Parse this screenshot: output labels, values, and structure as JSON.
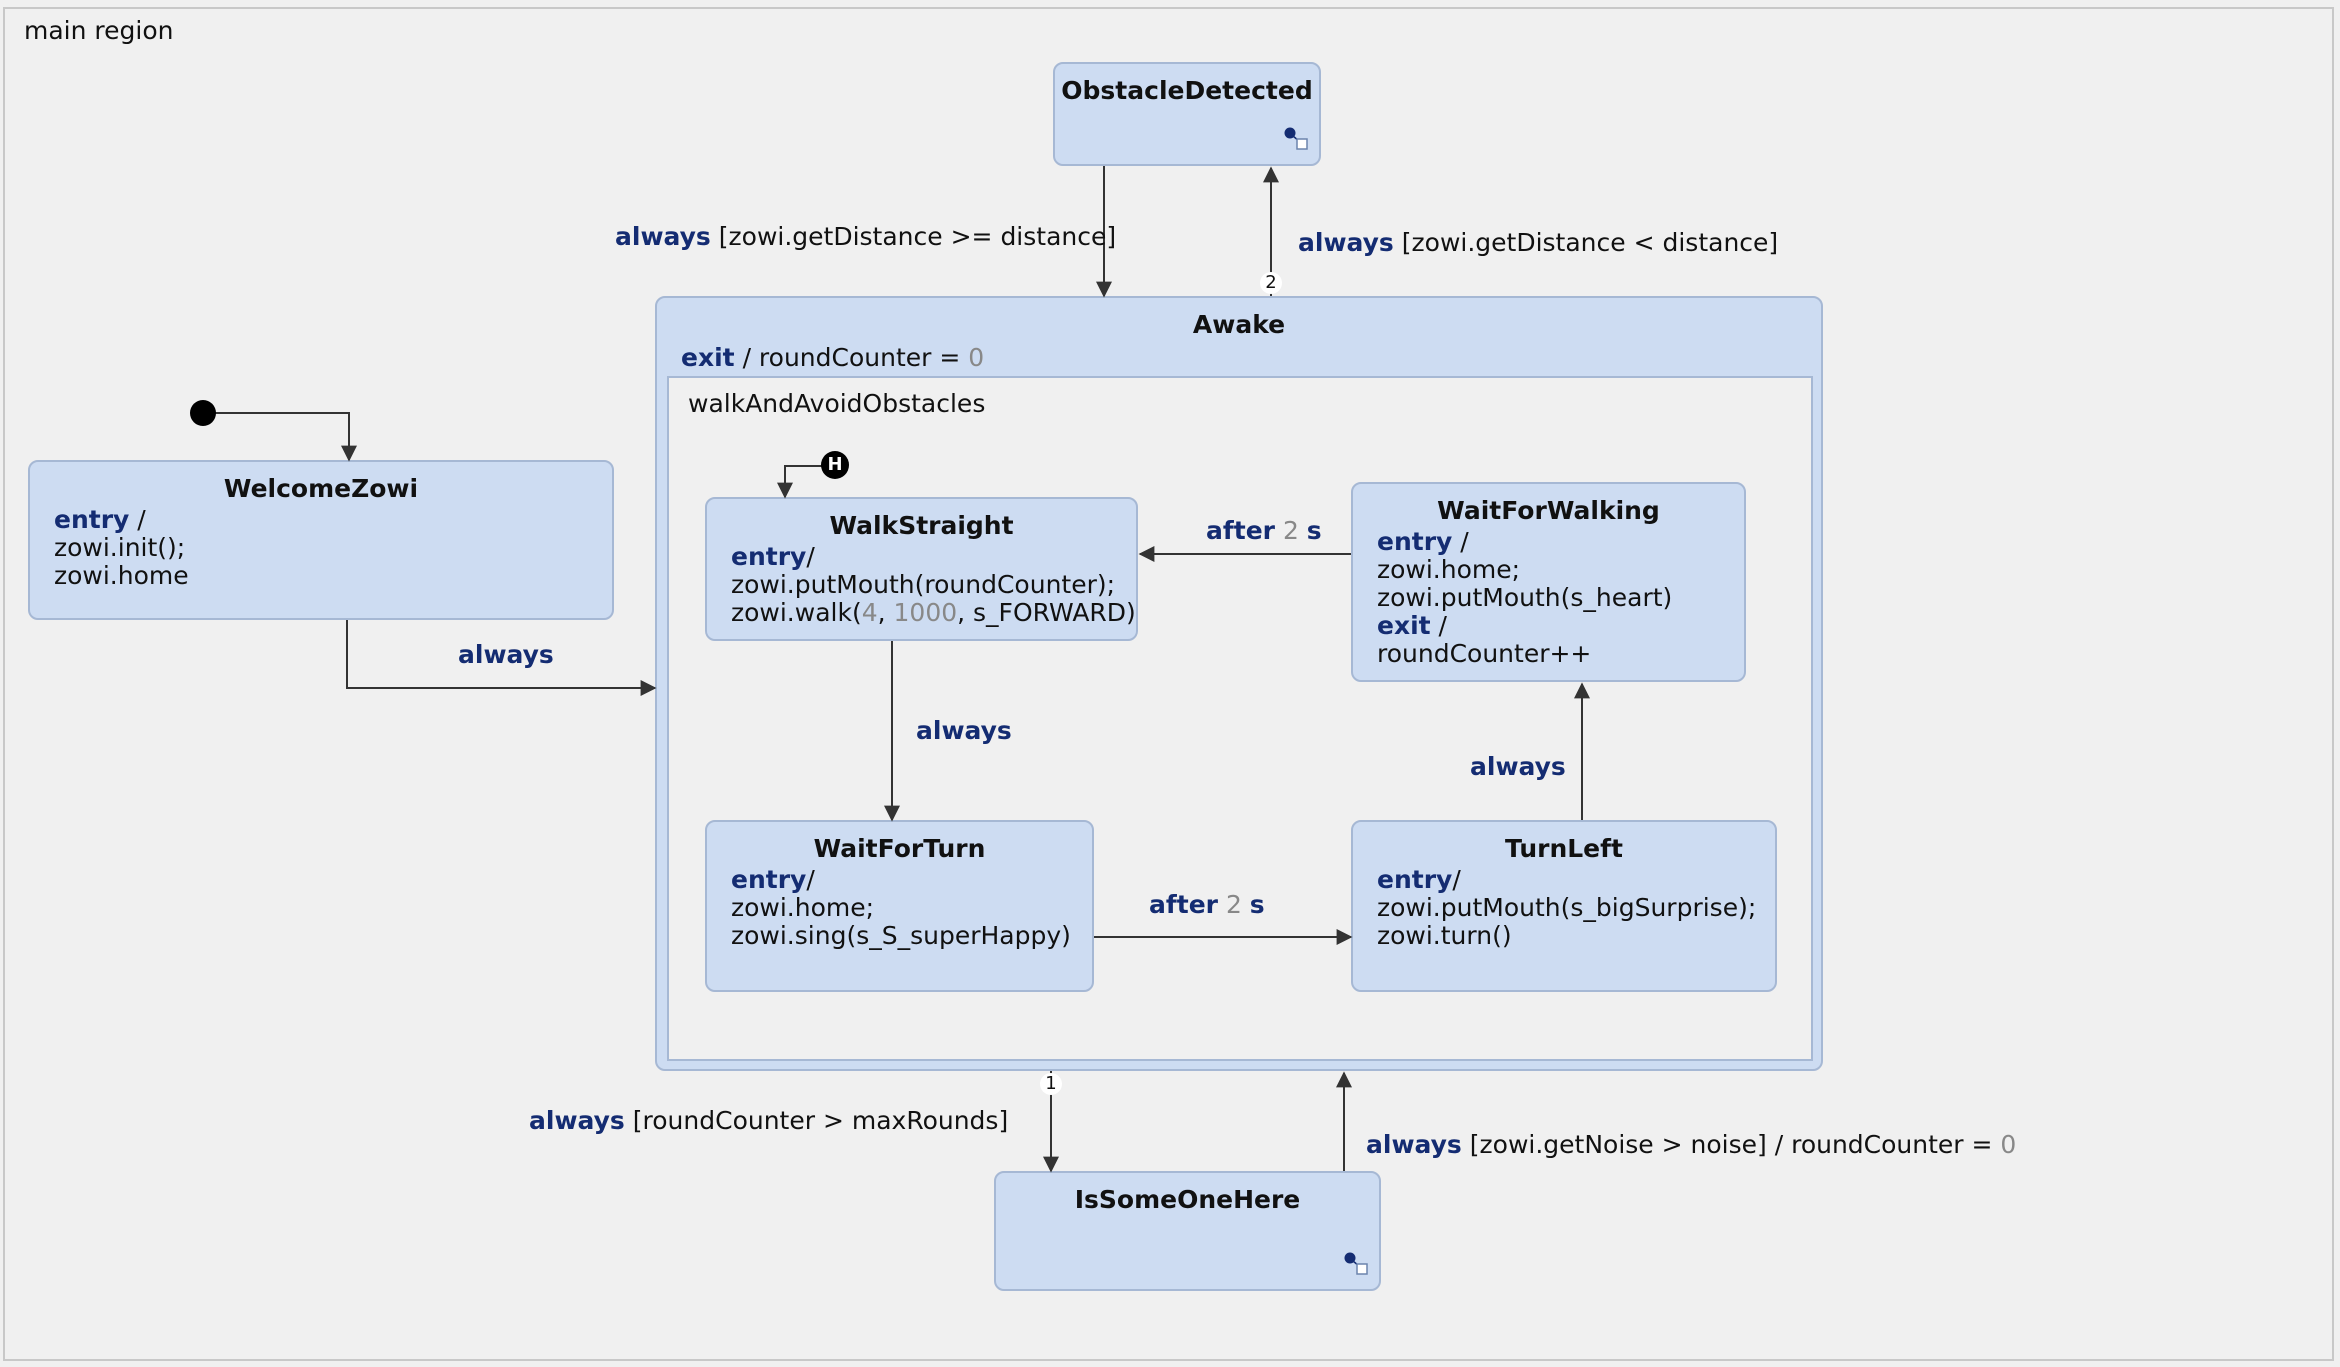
{
  "regions": {
    "main": "main region",
    "inner": "walkAndAvoidObstacles"
  },
  "keywords": {
    "entry": "entry",
    "exit": "exit",
    "always": "always",
    "after": "after"
  },
  "states": {
    "obstacle_detected": {
      "title": "ObstacleDetected"
    },
    "awake": {
      "title": "Awake",
      "exit_action": "/ roundCounter = ",
      "exit_value": "0"
    },
    "welcome_zowi": {
      "title": "WelcomeZowi",
      "entry_sep": " /",
      "lines": [
        "zowi.init();",
        "zowi.home"
      ]
    },
    "walk_straight": {
      "title": "WalkStraight",
      "entry_sep": "/",
      "line1": "zowi.putMouth(roundCounter);",
      "walk_prefix": "zowi.walk(",
      "walk_n1": "4",
      "walk_sep1": ", ",
      "walk_n2": "1000",
      "walk_suffix": ", s_FORWARD)"
    },
    "wait_for_walking": {
      "title": "WaitForWalking",
      "entry_sep": " /",
      "lines": [
        "zowi.home;",
        "zowi.putMouth(s_heart)"
      ],
      "exit_sep": " /",
      "exit_line": "roundCounter++"
    },
    "wait_for_turn": {
      "title": "WaitForTurn",
      "entry_sep": "/",
      "lines": [
        "zowi.home;",
        "zowi.sing(s_S_superHappy)"
      ]
    },
    "turn_left": {
      "title": "TurnLeft",
      "entry_sep": "/",
      "lines": [
        "zowi.putMouth(s_bigSurprise);",
        "zowi.turn()"
      ]
    },
    "is_someone_here": {
      "title": "IsSomeOneHere"
    }
  },
  "history": {
    "symbol": "H"
  },
  "transitions": {
    "obstacle_to_awake": {
      "guard": " [zowi.getDistance >= distance]"
    },
    "awake_to_obstacle": {
      "guard": " [zowi.getDistance < distance]",
      "priority": "2"
    },
    "welcome_to_awake": {},
    "walk_to_waitturn": {},
    "waitwalking_to_walk": {
      "value": "2",
      "unit": "s"
    },
    "waitturn_to_turnleft": {
      "value": "2",
      "unit": "s"
    },
    "turnleft_to_waitwalking": {},
    "awake_to_someone": {
      "guard": " [roundCounter > maxRounds]",
      "priority": "1"
    },
    "someone_to_awake": {
      "guard": " [zowi.getNoise > noise] / roundCounter = ",
      "value": "0"
    }
  },
  "colors": {
    "state_fill": "#cddcf2",
    "state_border": "#a6b8d4",
    "keyword": "#142c72",
    "literal": "#888888",
    "background": "#f0f0f0"
  }
}
